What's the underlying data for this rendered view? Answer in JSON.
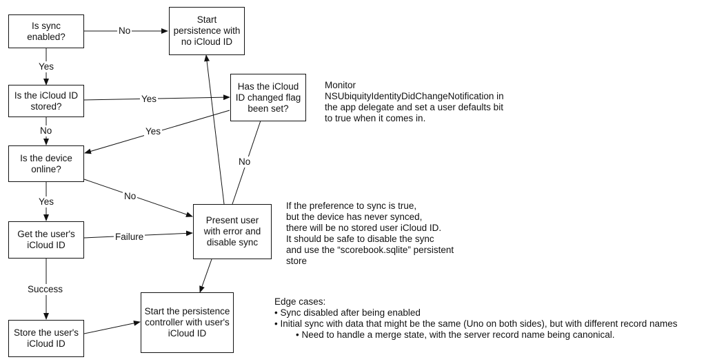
{
  "boxes": {
    "sync_enabled": "Is sync enabled?",
    "start_no_icloud": "Start persistence with no iCloud ID",
    "icloud_id_stored": "Is the iCloud ID stored?",
    "icloud_changed_flag": "Has the iCloud ID changed flag been set?",
    "device_online": "Is the device online?",
    "present_error": "Present user with error and disable sync",
    "get_icloud_id": "Get the user's iCloud ID",
    "start_with_icloud": "Start the persistence controller with user's iCloud ID",
    "store_icloud_id": "Store the user's iCloud ID"
  },
  "edge_labels": {
    "no_sync": "No",
    "yes_sync": "Yes",
    "yes_stored": "Yes",
    "no_stored": "No",
    "yes_flag": "Yes",
    "no_flag": "No",
    "yes_online": "Yes",
    "no_online": "No",
    "failure": "Failure",
    "success": "Success"
  },
  "notes": {
    "monitor": [
      "Monitor",
      "NSUbiquityIdentityDidChangeNotification in",
      "the app delegate and set a user defaults bit",
      "to true when it comes in."
    ],
    "preference": [
      "If the preference to sync is true,",
      "but the device has never synced,",
      "there will be no stored user iCloud ID.",
      "It should be safe to disable the sync",
      "and use the “scorebook.sqlite” persistent",
      "store"
    ],
    "edge_title": "Edge cases:",
    "edge_items": [
      "• Sync disabled after being enabled",
      "• Initial sync with data that might be the same (Uno on both sides), but with different record names"
    ],
    "edge_subitem": "• Need to handle a merge state, with the server record name being canonical."
  }
}
